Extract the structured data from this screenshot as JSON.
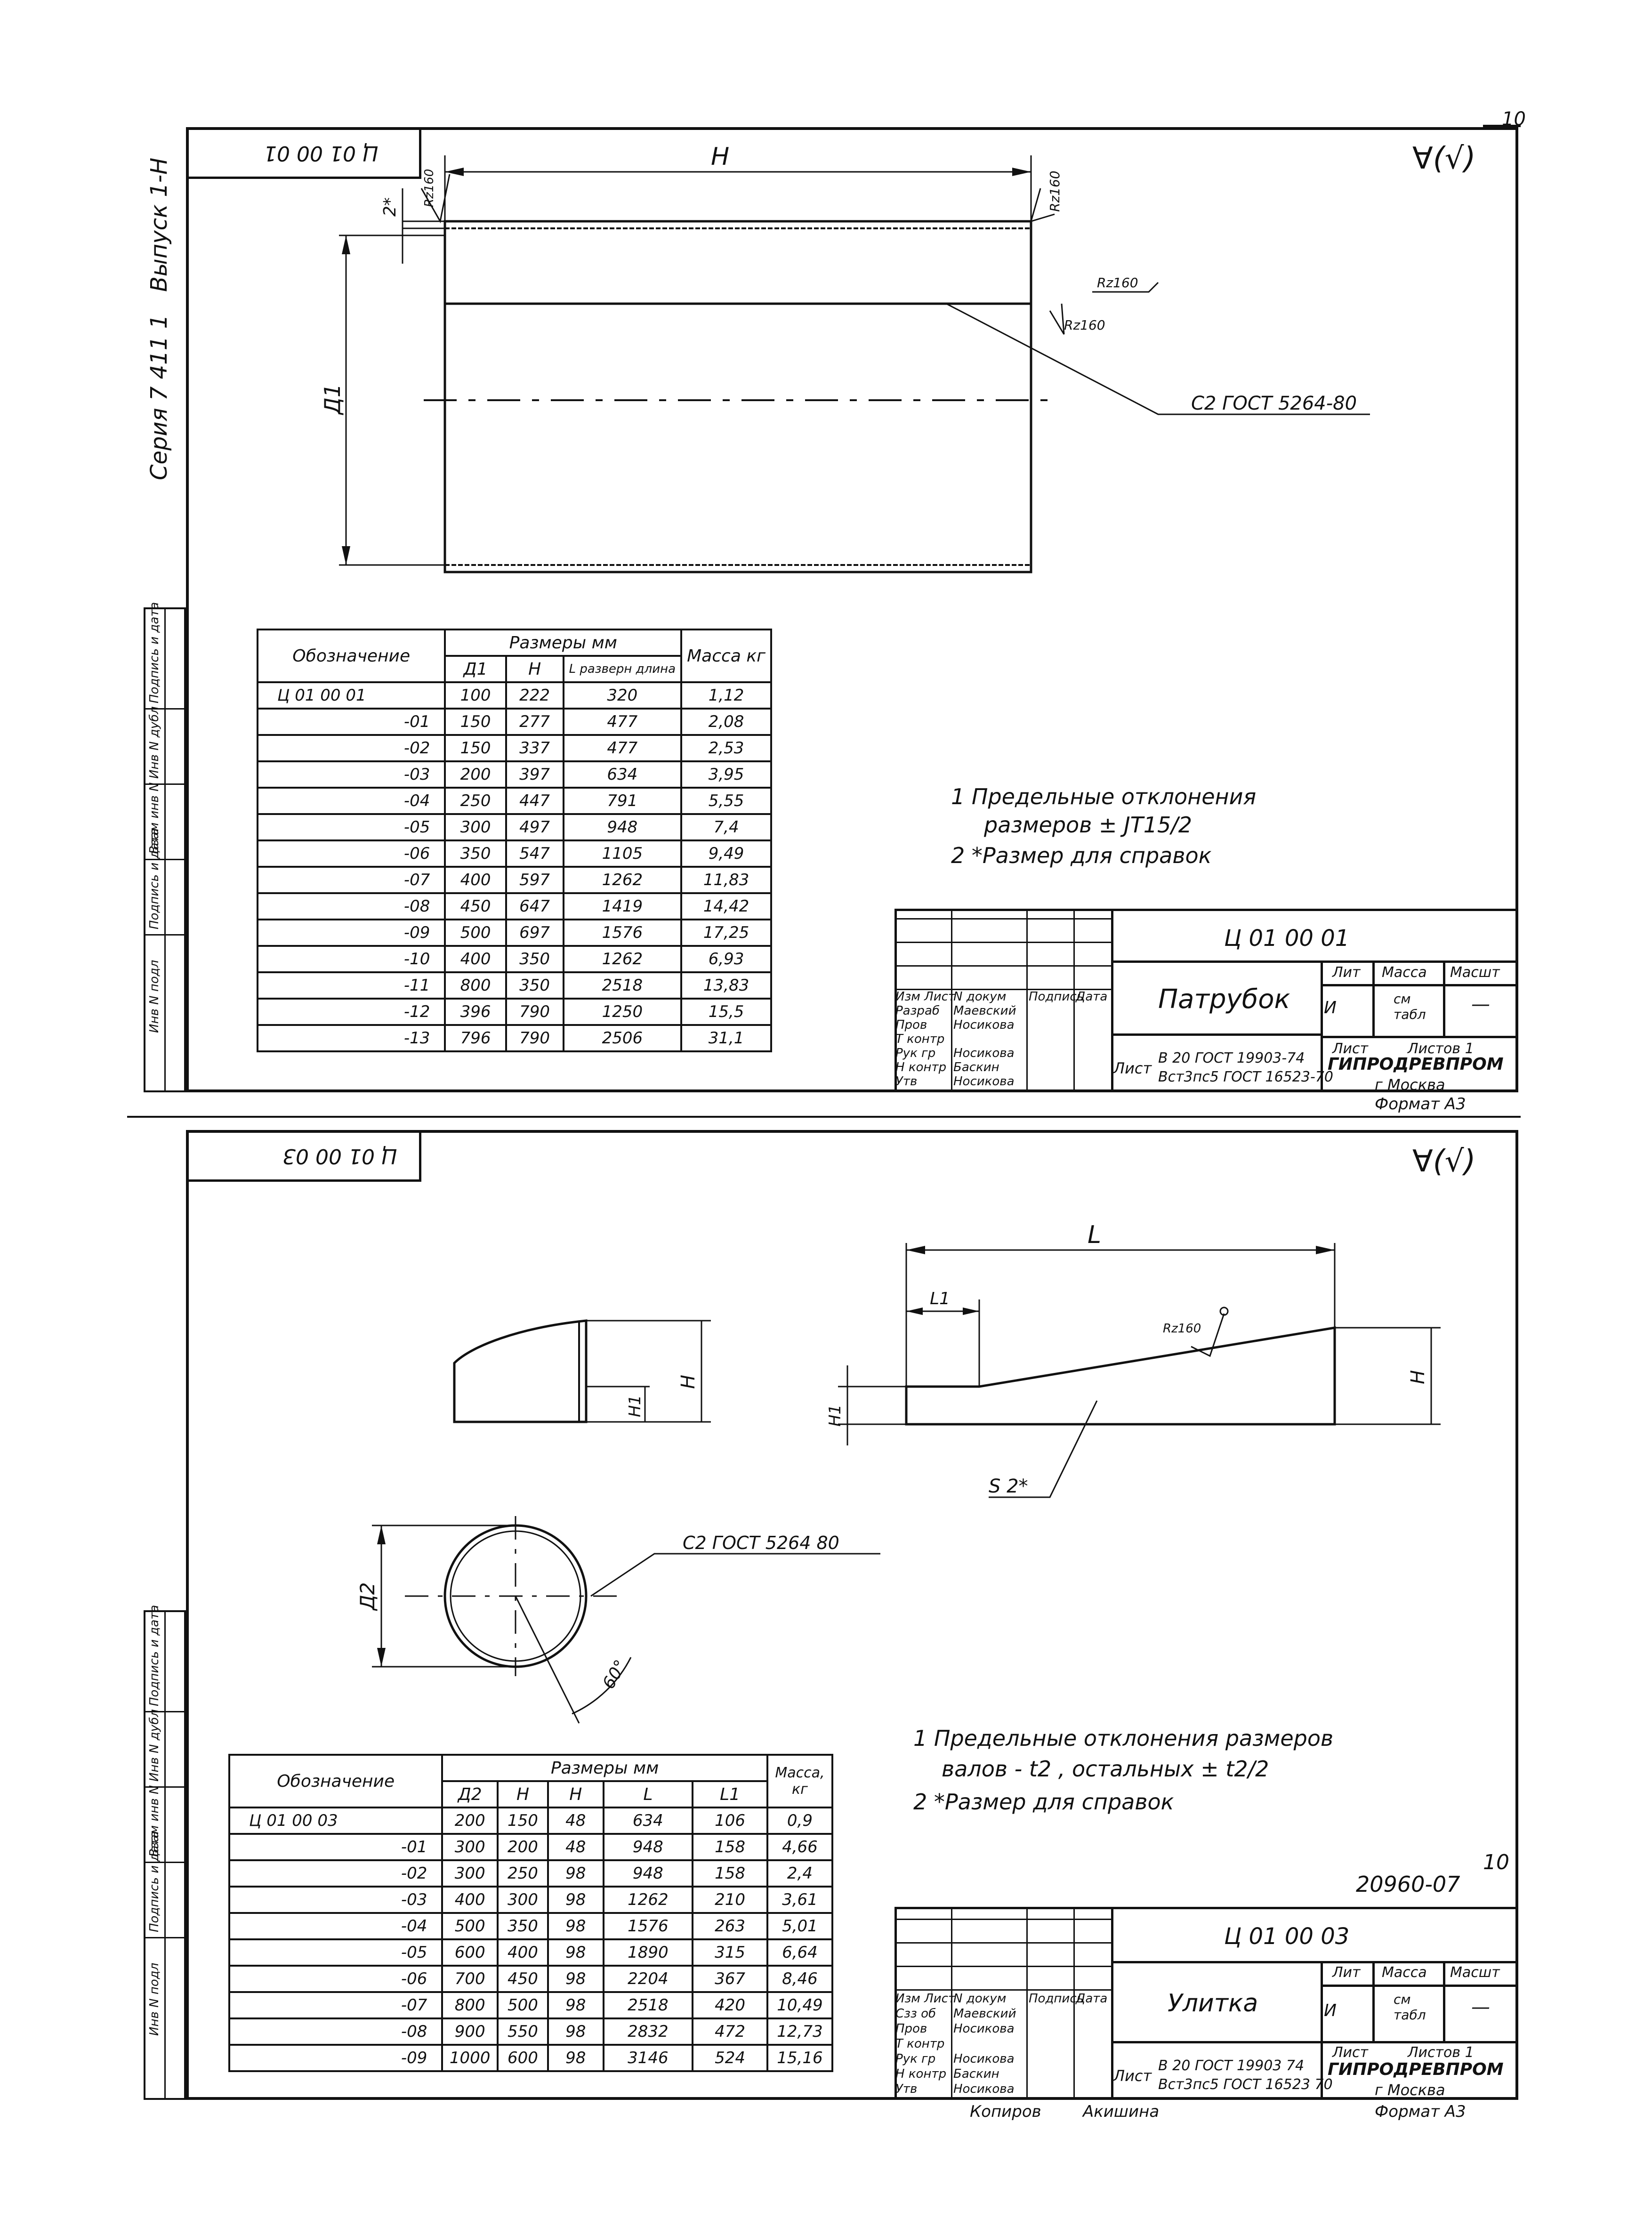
{
  "page_number": "10",
  "sheet1": {
    "stamp": "Ц 01 00 01",
    "roughness": "∀(√)",
    "series": "Серия 7 411 1",
    "issue": "Выпуск 1-Н",
    "dims": {
      "H": "H",
      "D1": "Д1",
      "two_star": "2*",
      "rz160_a": "Rz160",
      "rz160_b": "Rz160",
      "rz160_c": "Rz160",
      "rz160_d": "Rz160",
      "weld": "С2 ГОСТ 5264-80"
    },
    "table": {
      "header": {
        "designation": "Обозначение",
        "sizes": "Размеры мм",
        "mass": "Масса кг",
        "d1": "Д1",
        "h": "Н",
        "l": "L разверн длина"
      },
      "rows": [
        {
          "des": "Ц 01 00 01",
          "d": "100",
          "h": "222",
          "l": "320",
          "m": "1,12"
        },
        {
          "des": "-01",
          "d": "150",
          "h": "277",
          "l": "477",
          "m": "2,08"
        },
        {
          "des": "-02",
          "d": "150",
          "h": "337",
          "l": "477",
          "m": "2,53"
        },
        {
          "des": "-03",
          "d": "200",
          "h": "397",
          "l": "634",
          "m": "3,95"
        },
        {
          "des": "-04",
          "d": "250",
          "h": "447",
          "l": "791",
          "m": "5,55"
        },
        {
          "des": "-05",
          "d": "300",
          "h": "497",
          "l": "948",
          "m": "7,4"
        },
        {
          "des": "-06",
          "d": "350",
          "h": "547",
          "l": "1105",
          "m": "9,49"
        },
        {
          "des": "-07",
          "d": "400",
          "h": "597",
          "l": "1262",
          "m": "11,83"
        },
        {
          "des": "-08",
          "d": "450",
          "h": "647",
          "l": "1419",
          "m": "14,42"
        },
        {
          "des": "-09",
          "d": "500",
          "h": "697",
          "l": "1576",
          "m": "17,25"
        },
        {
          "des": "-10",
          "d": "400",
          "h": "350",
          "l": "1262",
          "m": "6,93"
        },
        {
          "des": "-11",
          "d": "800",
          "h": "350",
          "l": "2518",
          "m": "13,83"
        },
        {
          "des": "-12",
          "d": "396",
          "h": "790",
          "l": "1250",
          "m": "15,5"
        },
        {
          "des": "-13",
          "d": "796",
          "h": "790",
          "l": "2506",
          "m": "31,1"
        }
      ]
    },
    "notes": [
      "1 Предельные отклонения",
      "размеров ± JT15/2",
      "2 *Размер для справок"
    ],
    "titleblock": {
      "code": "Ц 01 00 01",
      "name": "Патрубок",
      "lit": "Лит",
      "massa": "Масса",
      "masht": "Масшт",
      "lit_val": "И",
      "mass_val": "см табл",
      "scale_val": "—",
      "list": "Лист",
      "listov": "Листов 1",
      "material1": "В 20 ГОСТ 19903-74",
      "material2": "Вст3пс5 ГОСТ 16523-70",
      "list_label": "Лист",
      "org": "ГИПРОДРЕВПРОМ",
      "city": "г Москва",
      "format": "Формат А3",
      "roles": [
        "Изм Лист",
        "Разраб",
        "Пров",
        "Т контр",
        "Рук гр",
        "Н контр",
        "Утв"
      ],
      "names": [
        "N докум",
        "Маевский",
        "Носикова",
        "",
        "Носикова",
        "Баскин",
        "Носикова"
      ],
      "cols": [
        "Подпись",
        "Дата"
      ]
    }
  },
  "sheet2": {
    "stamp": "Ц 01 00 03",
    "roughness": "∀(√)",
    "dims": {
      "L": "L",
      "L1": "L1",
      "H": "H",
      "H1": "H1",
      "s2": "S 2*",
      "rz160": "Rz160",
      "D2": "Д2",
      "angle": "60°",
      "weld": "С2 ГОСТ 5264 80"
    },
    "table": {
      "header": {
        "designation": "Обозначение",
        "sizes": "Размеры мм",
        "mass": "Масса, кг",
        "d2": "Д2",
        "h": "Н",
        "h1": "Н",
        "l": "L",
        "l1": "L1"
      },
      "rows": [
        {
          "des": "Ц 01 00 03",
          "d": "200",
          "h": "150",
          "h1": "48",
          "l": "634",
          "l1": "106",
          "m": "0,9"
        },
        {
          "des": "-01",
          "d": "300",
          "h": "200",
          "h1": "48",
          "l": "948",
          "l1": "158",
          "m": "4,66"
        },
        {
          "des": "-02",
          "d": "300",
          "h": "250",
          "h1": "98",
          "l": "948",
          "l1": "158",
          "m": "2,4"
        },
        {
          "des": "-03",
          "d": "400",
          "h": "300",
          "h1": "98",
          "l": "1262",
          "l1": "210",
          "m": "3,61"
        },
        {
          "des": "-04",
          "d": "500",
          "h": "350",
          "h1": "98",
          "l": "1576",
          "l1": "263",
          "m": "5,01"
        },
        {
          "des": "-05",
          "d": "600",
          "h": "400",
          "h1": "98",
          "l": "1890",
          "l1": "315",
          "m": "6,64"
        },
        {
          "des": "-06",
          "d": "700",
          "h": "450",
          "h1": "98",
          "l": "2204",
          "l1": "367",
          "m": "8,46"
        },
        {
          "des": "-07",
          "d": "800",
          "h": "500",
          "h1": "98",
          "l": "2518",
          "l1": "420",
          "m": "10,49"
        },
        {
          "des": "-08",
          "d": "900",
          "h": "550",
          "h1": "98",
          "l": "2832",
          "l1": "472",
          "m": "12,73"
        },
        {
          "des": "-09",
          "d": "1000",
          "h": "600",
          "h1": "98",
          "l": "3146",
          "l1": "524",
          "m": "15,16"
        }
      ]
    },
    "notes": [
      "1 Предельные отклонения размеров",
      "валов - t2 , остальных ± t2/2",
      "2 *Размер для справок"
    ],
    "page_mark": "10",
    "doc_number": "20960-07",
    "titleblock": {
      "code": "Ц 01 00 03",
      "name": "Улитка",
      "lit": "Лит",
      "massa": "Масса",
      "masht": "Масшт",
      "lit_val": "И",
      "mass_val": "см табл",
      "scale_val": "—",
      "list": "Лист",
      "listov": "Листов 1",
      "material1": "В 20 ГОСТ 19903 74",
      "material2": "Вст3пс5 ГОСТ 16523 70",
      "list_label": "Лист",
      "org": "ГИПРОДРЕВПРОМ",
      "city": "г Москва",
      "format": "Формат А3",
      "copied": "Копиров",
      "copier": "Акишина",
      "roles": [
        "Изм Лист",
        "Сзз об",
        "Пров",
        "Т контр",
        "Рук гр",
        "Н контр",
        "Утв"
      ],
      "names": [
        "N докум",
        "Маевский",
        "Носикова",
        "",
        "Носикова",
        "Баскин",
        "Носикова"
      ],
      "cols": [
        "Подпись",
        "Дата"
      ]
    }
  },
  "sidebar": {
    "labels": [
      "Подпись и дата",
      "Инв N дубл",
      "Взам инв N",
      "Подпись и дата",
      "Инв N подл"
    ]
  }
}
